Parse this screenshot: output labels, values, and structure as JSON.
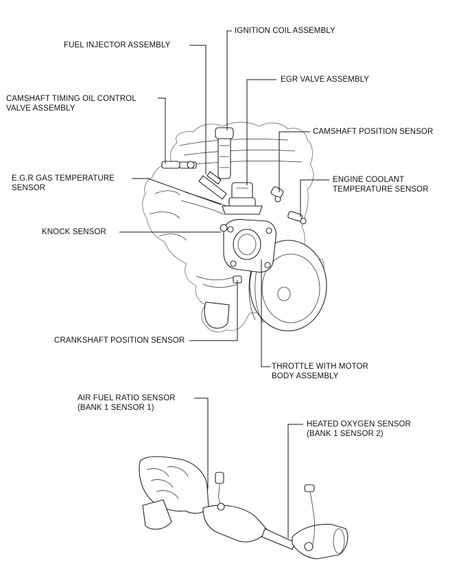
{
  "labels": {
    "ignition_coil": "IGNITION COIL ASSEMBLY",
    "fuel_injector": "FUEL INJECTOR ASSEMBLY",
    "egr_valve": "EGR VALVE ASSEMBLY",
    "camshaft_timing_l1": "CAMSHAFT TIMING OIL CONTROL",
    "camshaft_timing_l2": "VALVE ASSEMBLY",
    "camshaft_position": "CAMSHAFT POSITION SENSOR",
    "egr_temp_l1": "E.G.R GAS TEMPERATURE",
    "egr_temp_l2": "SENSOR",
    "coolant_temp_l1": "ENGINE COOLANT",
    "coolant_temp_l2": "TEMPERATURE SENSOR",
    "knock_sensor": "KNOCK SENSOR",
    "crankshaft_position": "CRANKSHAFT POSITION SENSOR",
    "throttle_l1": "THROTTLE WITH MOTOR",
    "throttle_l2": "BODY ASSEMBLY",
    "air_fuel_l1": "AIR FUEL RATIO SENSOR",
    "air_fuel_l2": "(BANK 1 SENSOR 1)",
    "heated_o2_l1": "HEATED OXYGEN SENSOR",
    "heated_o2_l2": "(BANK 1 SENSOR 2)"
  }
}
